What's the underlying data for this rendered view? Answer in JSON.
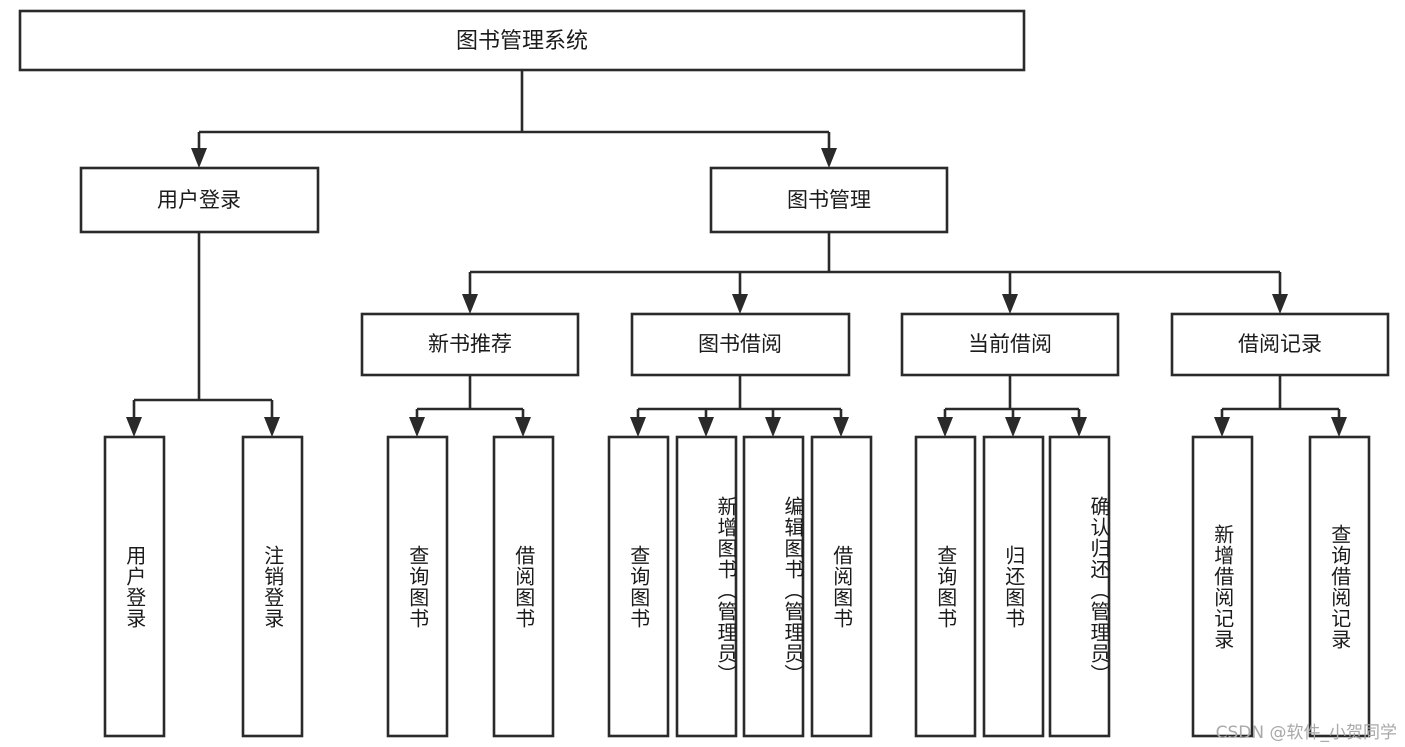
{
  "diagram": {
    "type": "tree",
    "title": "图书管理系统",
    "root": {
      "id": "root",
      "label": "图书管理系统",
      "orientation": "horizontal"
    },
    "level2": [
      {
        "id": "user-login",
        "label": "用户登录",
        "orientation": "horizontal"
      },
      {
        "id": "book-manage",
        "label": "图书管理",
        "orientation": "horizontal"
      }
    ],
    "level3": [
      {
        "id": "new-book-recommend",
        "label": "新书推荐",
        "orientation": "horizontal"
      },
      {
        "id": "book-borrow",
        "label": "图书借阅",
        "orientation": "horizontal"
      },
      {
        "id": "current-borrow",
        "label": "当前借阅",
        "orientation": "horizontal"
      },
      {
        "id": "borrow-record",
        "label": "借阅记录",
        "orientation": "horizontal"
      }
    ],
    "leaves": [
      {
        "id": "leaf-user-login",
        "label": "用户登录",
        "parent": "user-login",
        "orientation": "vertical"
      },
      {
        "id": "leaf-user-logout",
        "label": "注销登录",
        "parent": "user-login",
        "orientation": "vertical"
      },
      {
        "id": "leaf-query-book-1",
        "label": "查询图书",
        "parent": "new-book-recommend",
        "orientation": "vertical"
      },
      {
        "id": "leaf-borrow-book-1",
        "label": "借阅图书",
        "parent": "new-book-recommend",
        "orientation": "vertical"
      },
      {
        "id": "leaf-query-book-2",
        "label": "查询图书",
        "parent": "book-borrow",
        "orientation": "vertical"
      },
      {
        "id": "leaf-add-book",
        "label": "新增图书（管理员）",
        "parent": "book-borrow",
        "orientation": "vertical"
      },
      {
        "id": "leaf-edit-book",
        "label": "编辑图书（管理员）",
        "parent": "book-borrow",
        "orientation": "vertical"
      },
      {
        "id": "leaf-borrow-book-2",
        "label": "借阅图书",
        "parent": "book-borrow",
        "orientation": "vertical"
      },
      {
        "id": "leaf-query-book-3",
        "label": "查询图书",
        "parent": "current-borrow",
        "orientation": "vertical"
      },
      {
        "id": "leaf-return-book",
        "label": "归还图书",
        "parent": "current-borrow",
        "orientation": "vertical"
      },
      {
        "id": "leaf-confirm-return",
        "label": "确认归还（管理员）",
        "parent": "current-borrow",
        "orientation": "vertical"
      },
      {
        "id": "leaf-add-record",
        "label": "新增借阅记录",
        "parent": "borrow-record",
        "orientation": "vertical"
      },
      {
        "id": "leaf-query-record",
        "label": "查询借阅记录",
        "parent": "borrow-record",
        "orientation": "vertical"
      }
    ],
    "colors": {
      "stroke": "#2a2a2a",
      "fill": "#ffffff",
      "text": "#1b1b1b",
      "watermark": "#a9a9a9"
    }
  },
  "watermark": {
    "text": "CSDN @软件_小贺同学"
  }
}
